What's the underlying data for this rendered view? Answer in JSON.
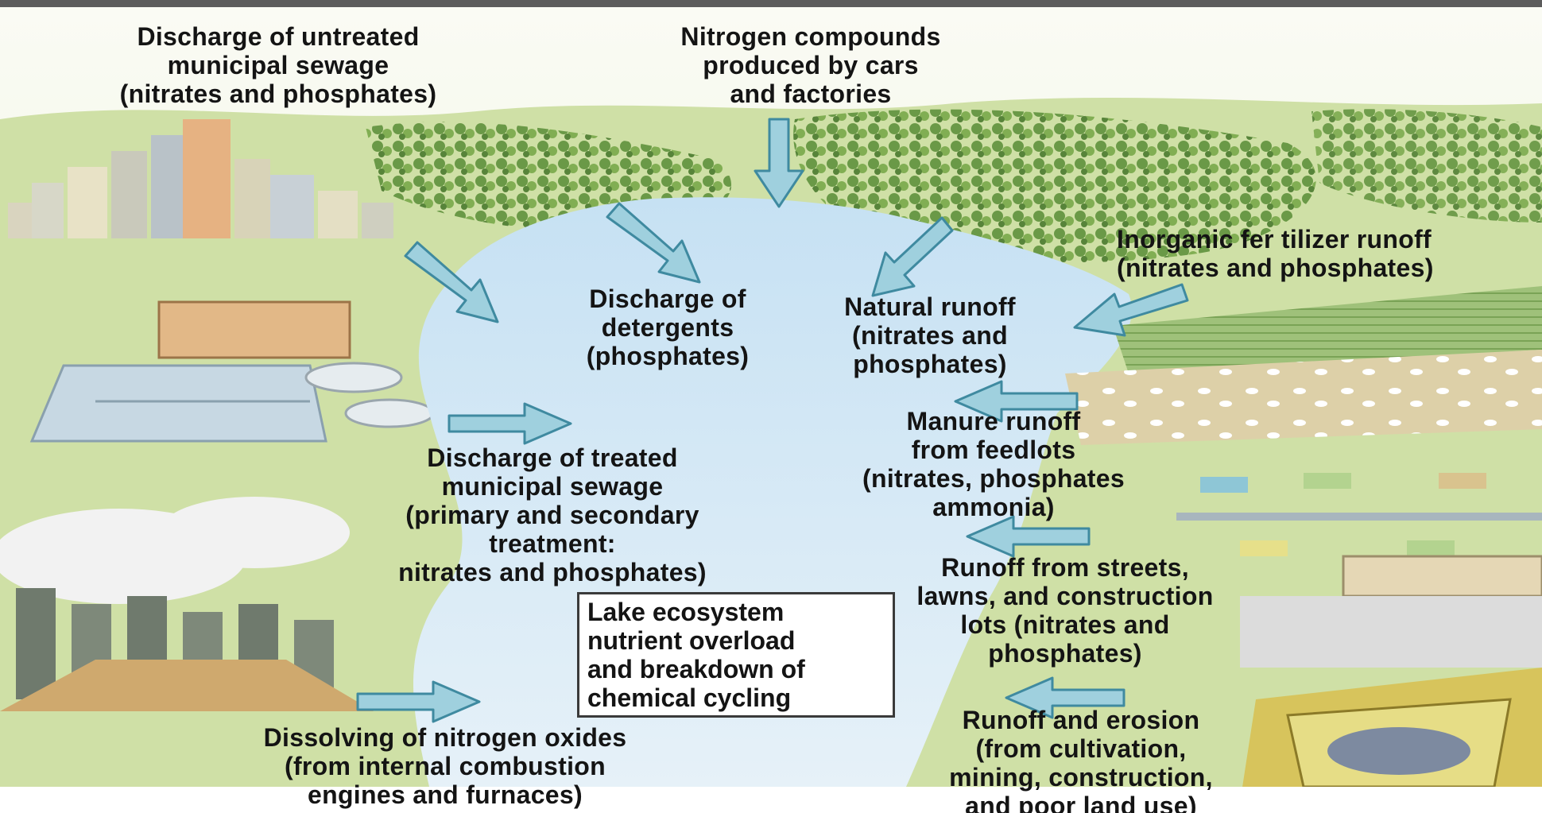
{
  "labels": {
    "untreated_sewage": [
      "Discharge of untreated",
      "municipal sewage",
      "(nitrates and phosphates)"
    ],
    "nitrogen_cars": [
      "Nitrogen compounds",
      "produced by cars",
      "and factories"
    ],
    "fertilizer": [
      "Inorganic fer tilizer runoff",
      "(nitrates and phosphates)"
    ],
    "detergents": [
      "Discharge of",
      "detergents",
      "(phosphates)"
    ],
    "natural_runoff": [
      "Natural runoff",
      "(nitrates and",
      "phosphates)"
    ],
    "manure": [
      "Manure runoff",
      "from feedlots",
      "(nitrates, phosphates",
      "ammonia)"
    ],
    "treated_sewage": [
      "Discharge of treated",
      "municipal sewage",
      "(primary and secondary",
      "treatment:",
      "nitrates and phosphates)"
    ],
    "streets": [
      "Runoff from streets,",
      "lawns, and construction",
      "lots (nitrates and",
      "phosphates)"
    ],
    "lake_box": [
      "Lake ecosystem",
      "nutrient overload",
      "and breakdown of",
      "chemical cycling"
    ],
    "nitrogen_oxides": [
      "Dissolving of nitrogen oxides",
      "(from internal combustion",
      "engines and furnaces)"
    ],
    "erosion": [
      "Runoff and erosion",
      "(from cultivation,",
      "mining, construction,",
      "and poor land use)"
    ]
  },
  "colors": {
    "arrow": "#9fd0de",
    "arrow_outline": "#3f8aa0",
    "lake": "#cfe6f5",
    "land": "#cfe0a6",
    "trees": "#5e8f3a",
    "text": "#141414"
  }
}
